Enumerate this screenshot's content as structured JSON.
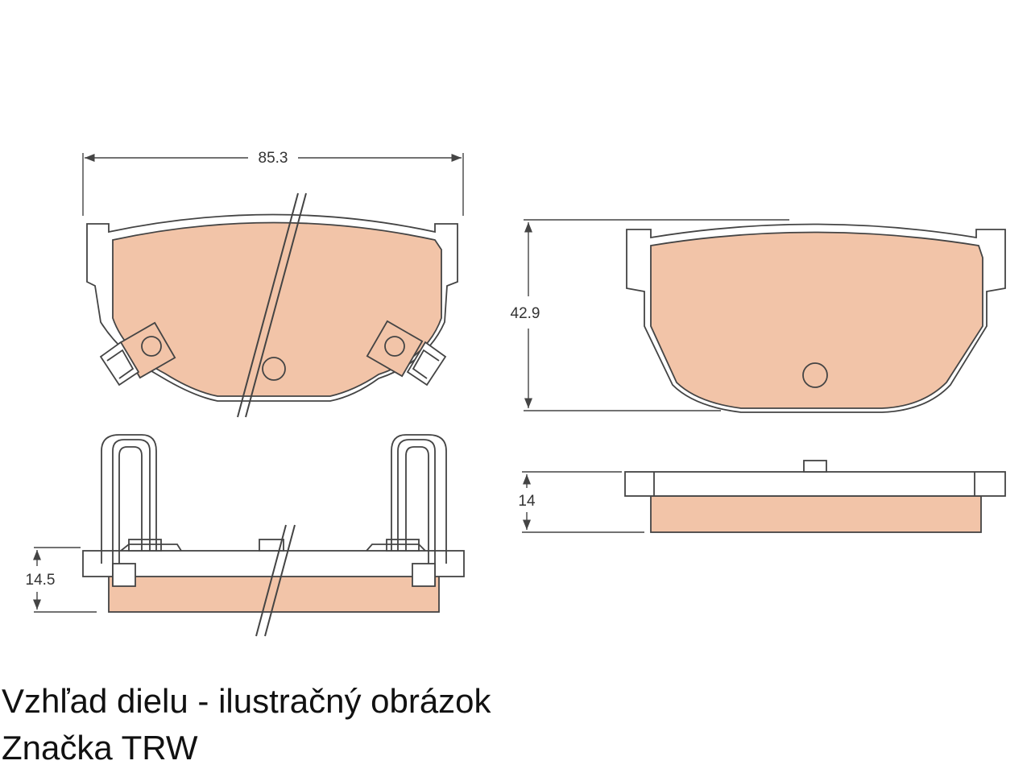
{
  "dimensions": {
    "width": "85.3",
    "height": "42.9",
    "thickness_right": "14",
    "thickness_left": "14.5"
  },
  "caption": {
    "line1": "Vzhľad dielu - ilustračný obrázok",
    "line2": "Značka TRW"
  },
  "colors": {
    "pad_fill": "#f2c4a8",
    "line": "#444444",
    "background": "#ffffff"
  }
}
